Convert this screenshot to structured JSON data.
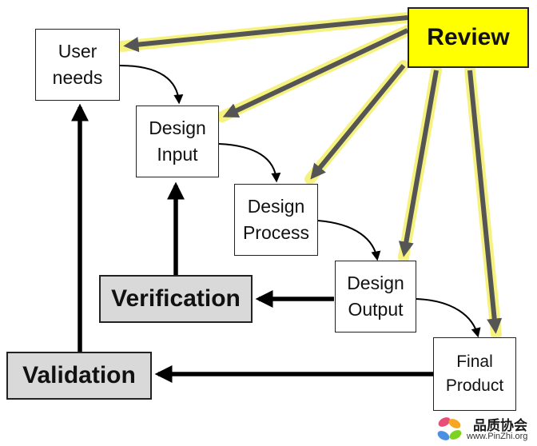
{
  "nodes": {
    "user_needs": [
      "User",
      "needs"
    ],
    "design_input": [
      "Design",
      "Input"
    ],
    "design_process": [
      "Design",
      "Process"
    ],
    "design_output": [
      "Design",
      "Output"
    ],
    "final_product": [
      "Final",
      "Product"
    ],
    "review": "Review",
    "verification": "Verification",
    "validation": "Validation"
  },
  "watermark": {
    "name": "品质协会",
    "url": "www.PinZhi.org"
  },
  "colors": {
    "review_fill": "#ffff00",
    "review_glow": "#f5f06a",
    "arrow_gray": "#555555",
    "arrow_black": "#000000",
    "box_gray": "#d9d9d9"
  }
}
